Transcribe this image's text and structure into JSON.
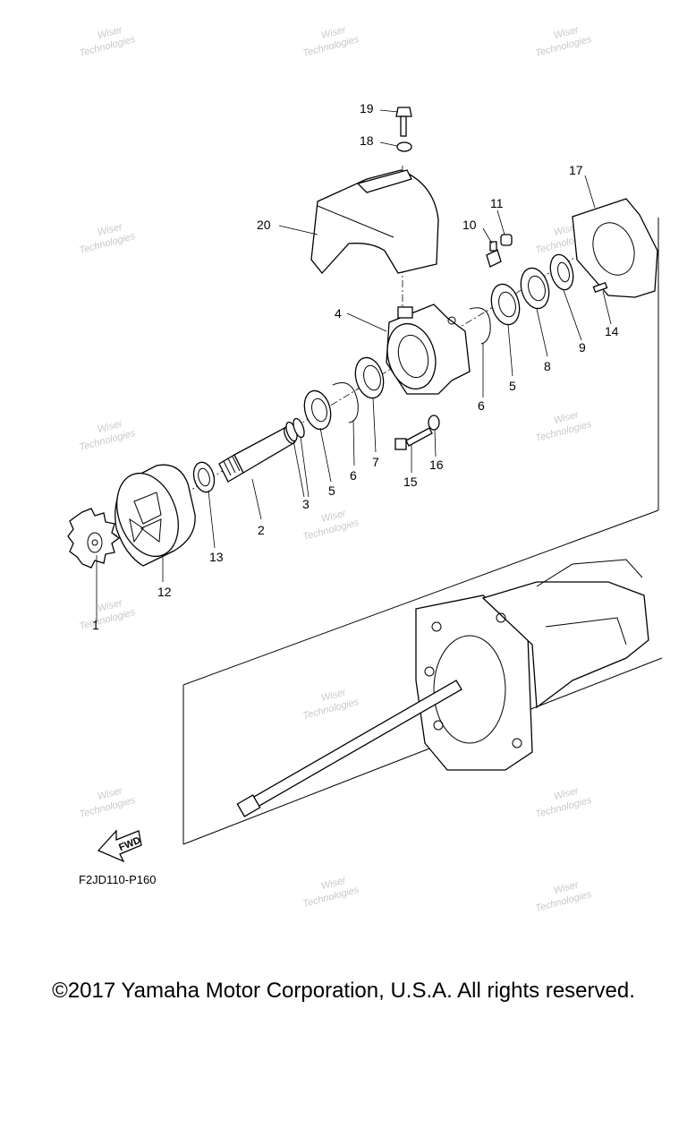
{
  "diagram_code": "F2JD110-P160",
  "fwd_label": "FWD",
  "copyright": "©2017 Yamaha Motor Corporation, U.S.A. All rights reserved.",
  "watermark_lines": [
    "Wiser",
    "Technologies"
  ],
  "callouts": {
    "p1": "1",
    "p2": "2",
    "p3": "3",
    "p4": "4",
    "p5a": "5",
    "p5b": "5",
    "p6a": "6",
    "p6b": "6",
    "p7": "7",
    "p8": "8",
    "p9": "9",
    "p10": "10",
    "p11": "11",
    "p12": "12",
    "p13": "13",
    "p14": "14",
    "p15": "15",
    "p16": "16",
    "p17": "17",
    "p18": "18",
    "p19": "19",
    "p20": "20"
  }
}
